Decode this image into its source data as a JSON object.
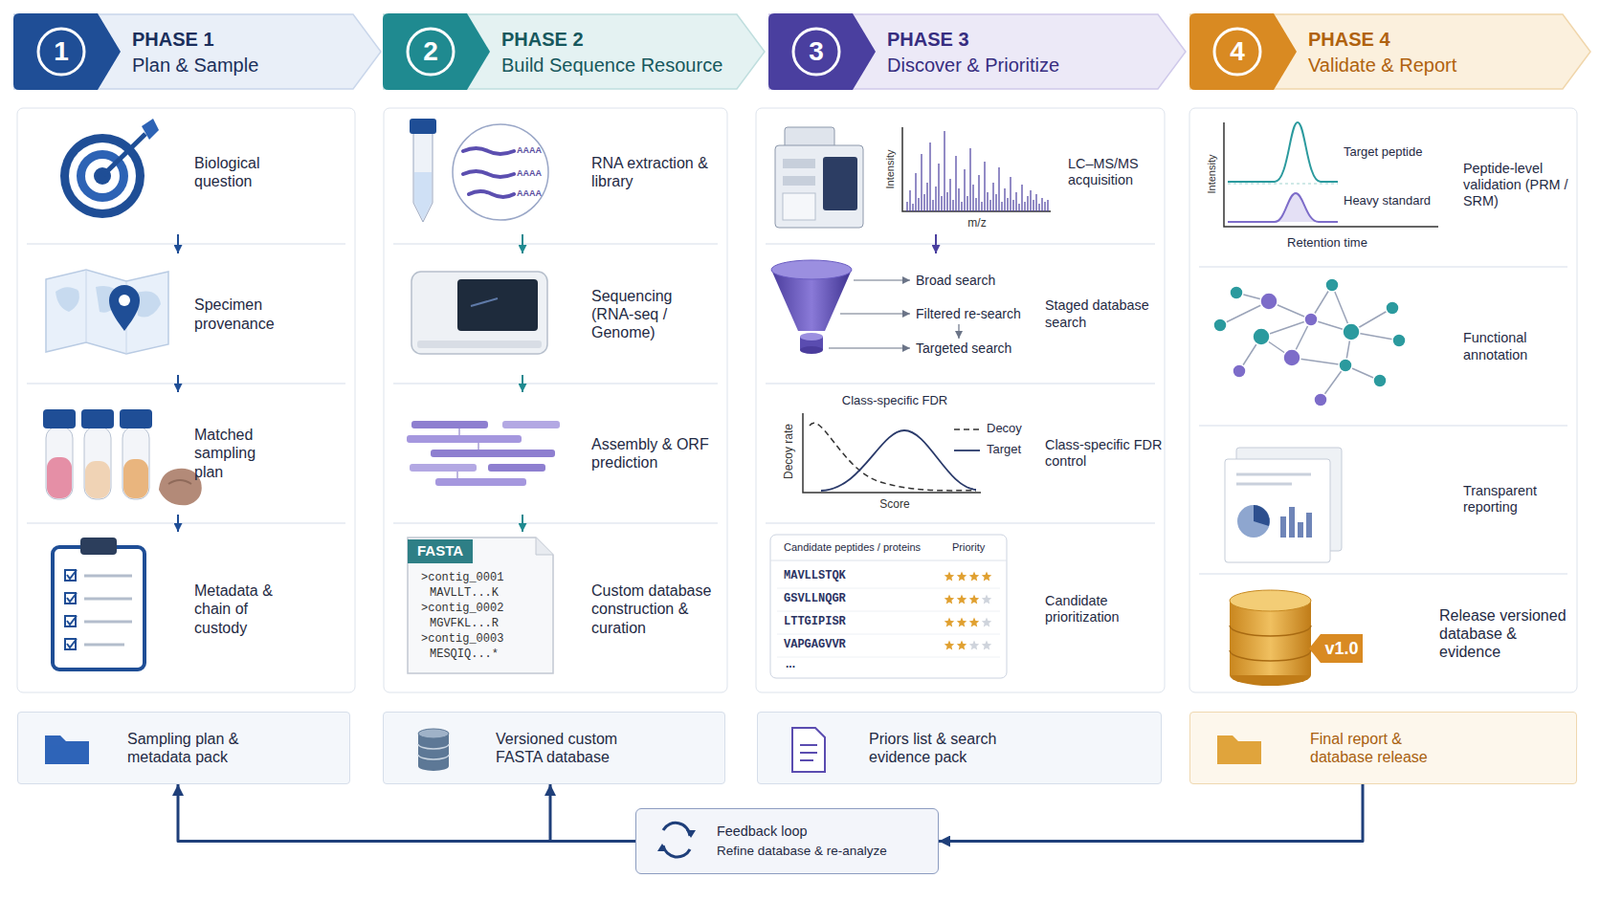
{
  "diagram": {
    "nodes": [
      {
        "text": [
          "1",
          "PHASE 1",
          "Plan & Sample"
        ]
      },
      {
        "text": [
          "Biological question"
        ]
      },
      {
        "text": [
          "Specimen provenance"
        ]
      },
      {
        "text": [
          "Matched sampling plan"
        ]
      },
      {
        "text": [
          "Metadata & chain of custody"
        ]
      },
      {
        "text": [
          "Sampling plan & metadata pack"
        ]
      },
      {
        "text": [
          "2",
          "PHASE 2",
          "Build Sequence Resource"
        ]
      },
      {
        "text": [
          "RNA extraction & library"
        ]
      },
      {
        "text": [
          "Sequencing (RNA-seq / Genome)"
        ]
      },
      {
        "text": [
          "Assembly & ORF prediction"
        ]
      },
      {
        "text": [
          "Custom database construction & curation"
        ]
      },
      {
        "text": [
          "Versioned custom FASTA database"
        ]
      },
      {
        "text": [
          "3",
          "PHASE 3",
          "Discover & Prioritize"
        ]
      },
      {
        "text": [
          "LC–MS/MS acquisition"
        ]
      },
      {
        "text": [
          "Staged database search"
        ]
      },
      {
        "text": [
          "Class-specific FDR control"
        ]
      },
      {
        "text": [
          "Candidate prioritization"
        ]
      },
      {
        "text": [
          "Priors list & search evidence pack"
        ]
      },
      {
        "text": [
          "4",
          "PHASE 4",
          "Validate & Report"
        ]
      },
      {
        "text": [
          "Peptide-level validation (PRM / SRM)"
        ]
      },
      {
        "text": [
          "Functional annotation"
        ]
      },
      {
        "text": [
          "Transparent reporting"
        ]
      },
      {
        "text": [
          "Release versioned database & evidence"
        ]
      },
      {
        "text": [
          "Final report & database release"
        ]
      },
      {
        "text": [
          "Feedback loop",
          "Refine database & re-analyze"
        ]
      }
    ],
    "edges": [
      {
        "from": 1,
        "to": 2,
        "arrow": "to"
      },
      {
        "from": 2,
        "to": 3,
        "arrow": "to"
      },
      {
        "from": 3,
        "to": 4,
        "arrow": "to"
      },
      {
        "from": 7,
        "to": 8,
        "arrow": "to"
      },
      {
        "from": 8,
        "to": 9,
        "arrow": "to"
      },
      {
        "from": 9,
        "to": 10,
        "arrow": "to"
      },
      {
        "from": 13,
        "to": 14,
        "arrow": "to"
      },
      {
        "from": 23,
        "to": 24,
        "arrow": "to"
      },
      {
        "from": 24,
        "to": 5,
        "arrow": "to"
      },
      {
        "from": 24,
        "to": 11,
        "arrow": "to"
      }
    ],
    "labels": [
      "AAAA",
      "AAAA",
      "AAAA",
      "FASTA",
      ">contig_0001",
      "MAVLLT...K",
      ">contig_0002",
      "MGVFKL...R",
      ">contig_0003",
      "MESQIQ...*",
      "Intensity",
      "m/z",
      "Broad search",
      "Filtered re-search",
      "Targeted search",
      "Class-specific FDR",
      "Decoy rate",
      "Score",
      "Candidate peptides / proteins",
      "Priority",
      "MAVLLSTQK",
      "GSVLLNQGR",
      "LTTGIPISR",
      "VAPGAGVVR",
      "...",
      "Intensity",
      "Target peptide",
      "Heavy standard",
      "Retention time",
      "v1.0"
    ],
    "legend": [
      {
        "text": "Decoy"
      },
      {
        "text": "Target"
      }
    ]
  }
}
